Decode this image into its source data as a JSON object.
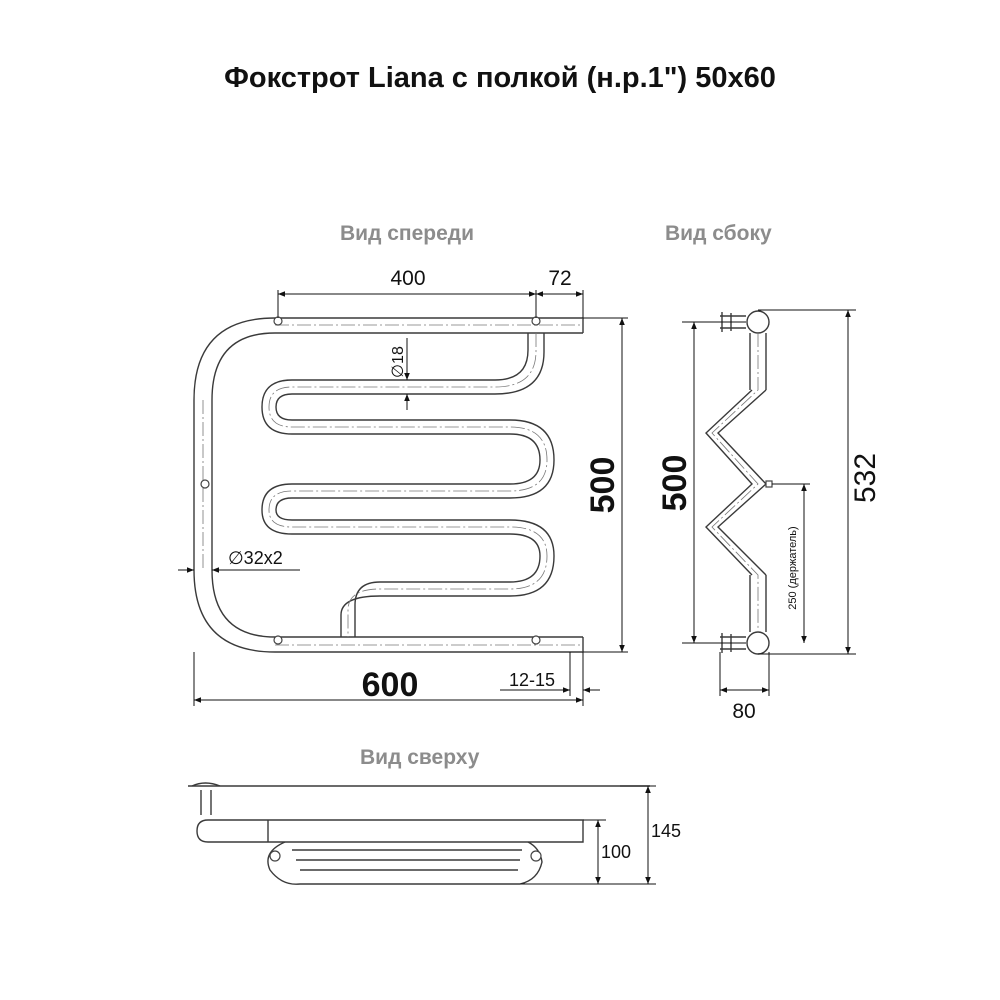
{
  "title": "Фокстрот Liana с полкой (н.р.1\") 50x60",
  "views": {
    "front": "Вид спереди",
    "side": "Вид сбоку",
    "top": "Вид сверху"
  },
  "dimensions": {
    "front_width_total": "600",
    "front_height": "500",
    "shelf_length": "400",
    "shelf_offset": "72",
    "inner_tube_dia": "∅18",
    "main_tube_dia": "∅32x2",
    "wall_gap": "12-15",
    "side_height": "500",
    "side_total_height": "532",
    "side_holder": "250 (держатель)",
    "side_depth": "80",
    "top_depth_inner": "100",
    "top_depth_total": "145"
  }
}
